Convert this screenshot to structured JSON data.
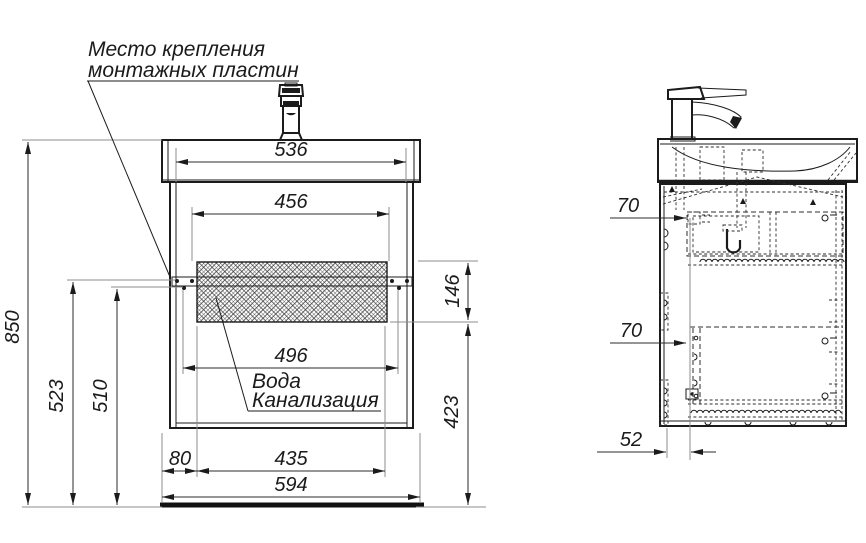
{
  "drawing": {
    "colors": {
      "background": "#ffffff",
      "line": "#1b1b1b",
      "extension_line": "#8d8d8d"
    },
    "annotation": {
      "line1": "Место крепления",
      "line2": "монтажных пластин"
    },
    "utility_callout": {
      "line1": "Вода",
      "line2": "Канализация"
    },
    "front_view": {
      "top_width": "536",
      "inner_width": "456",
      "mounting_span": "496",
      "mounting_zone_height": "146",
      "overall_height": "850",
      "upper_fix_height": "523",
      "lower_fix_height": "510",
      "under_zone_height": "423",
      "left_offset": "80",
      "drawer_width": "435",
      "overall_width": "594"
    },
    "side_view": {
      "upper_front_offset": "70",
      "lower_front_offset": "70",
      "bottom_rear_offset": "52"
    }
  }
}
